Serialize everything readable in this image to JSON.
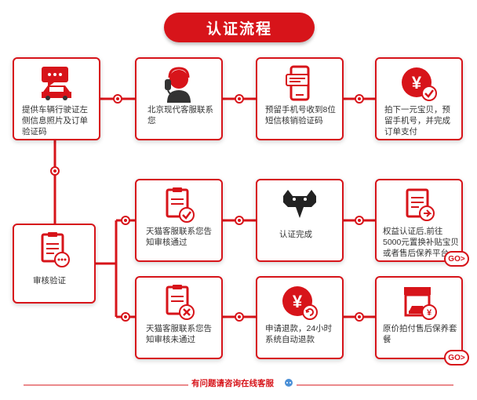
{
  "title": "认证流程",
  "steps": {
    "s1": "提供车辆行驶证左侧信息照片及订单验证码",
    "s2": "北京现代客服联系您",
    "s3": "预留手机号收到8位短信核销验证码",
    "s4": "拍下一元宝贝，预留手机号，并完成订单支付",
    "verify": "审核验证",
    "pass": "天猫客服联系您告知审核通过",
    "done": "认证完成",
    "benefit": "权益认证后,前往5000元置换补贴宝贝或者售后保养平台",
    "fail": "天猫客服联系您告知审核未通过",
    "refund": "申请退款，24小时系统自动退款",
    "package": "原价拍付售后保养套餐"
  },
  "go_label": "GO>",
  "footer": "有问题请咨询在线客服",
  "colors": {
    "accent": "#d7141a"
  }
}
